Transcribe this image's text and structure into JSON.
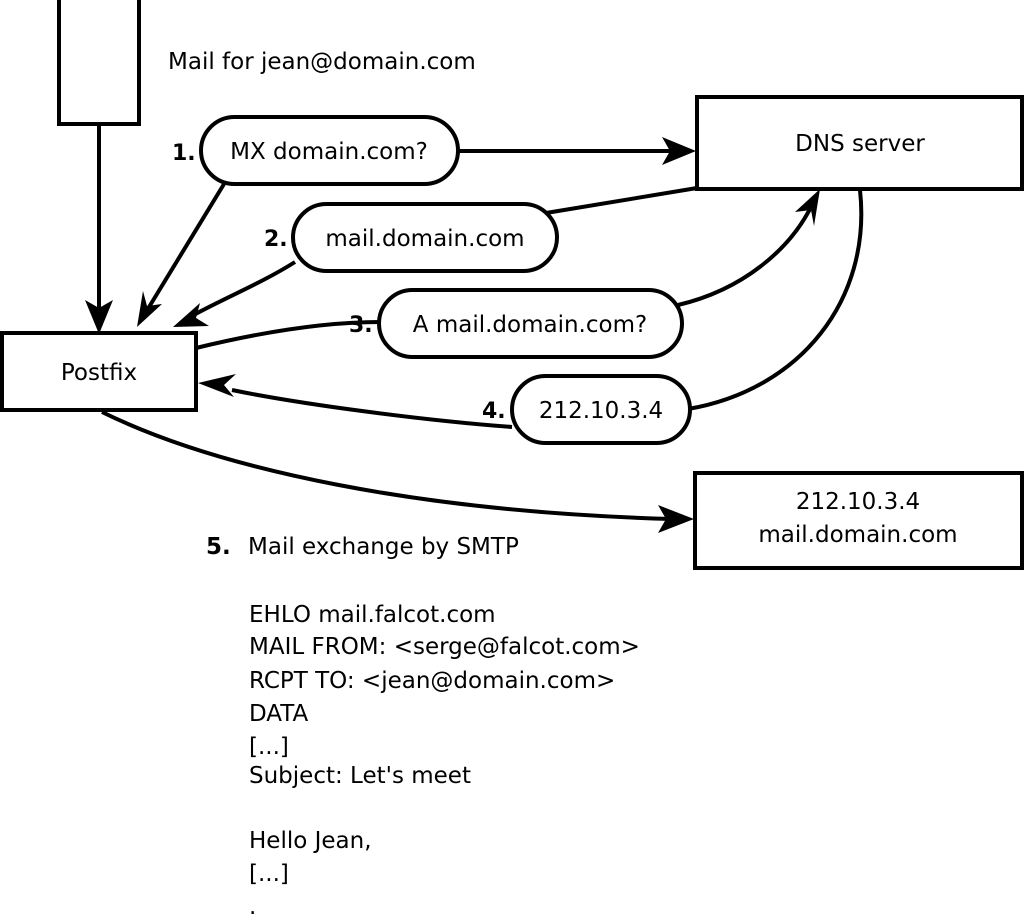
{
  "diagram": {
    "title_text": "Mail for jean@domain.com",
    "nodes": [
      {
        "id": "sender",
        "label": ""
      },
      {
        "id": "postfix",
        "label": "Postfix"
      },
      {
        "id": "dns",
        "label": "DNS server"
      },
      {
        "id": "target",
        "line1": "212.10.3.4",
        "line2": "mail.domain.com"
      }
    ],
    "steps": [
      {
        "num": "1.",
        "label": "MX domain.com?"
      },
      {
        "num": "2.",
        "label": "mail.domain.com"
      },
      {
        "num": "3.",
        "label": "A mail.domain.com?"
      },
      {
        "num": "4.",
        "label": "212.10.3.4"
      }
    ],
    "smtp": {
      "num": "5.",
      "caption": "Mail exchange by SMTP",
      "lines": [
        "EHLO mail.falcot.com",
        "MAIL FROM: <serge@falcot.com>",
        "RCPT TO: <jean@domain.com>",
        "DATA",
        "[...]",
        "Subject: Let's meet",
        "",
        "Hello Jean,",
        "[...]",
        "."
      ]
    },
    "colors": {
      "stroke": "#000000",
      "fill": "#ffffff",
      "text": "#000000"
    }
  }
}
